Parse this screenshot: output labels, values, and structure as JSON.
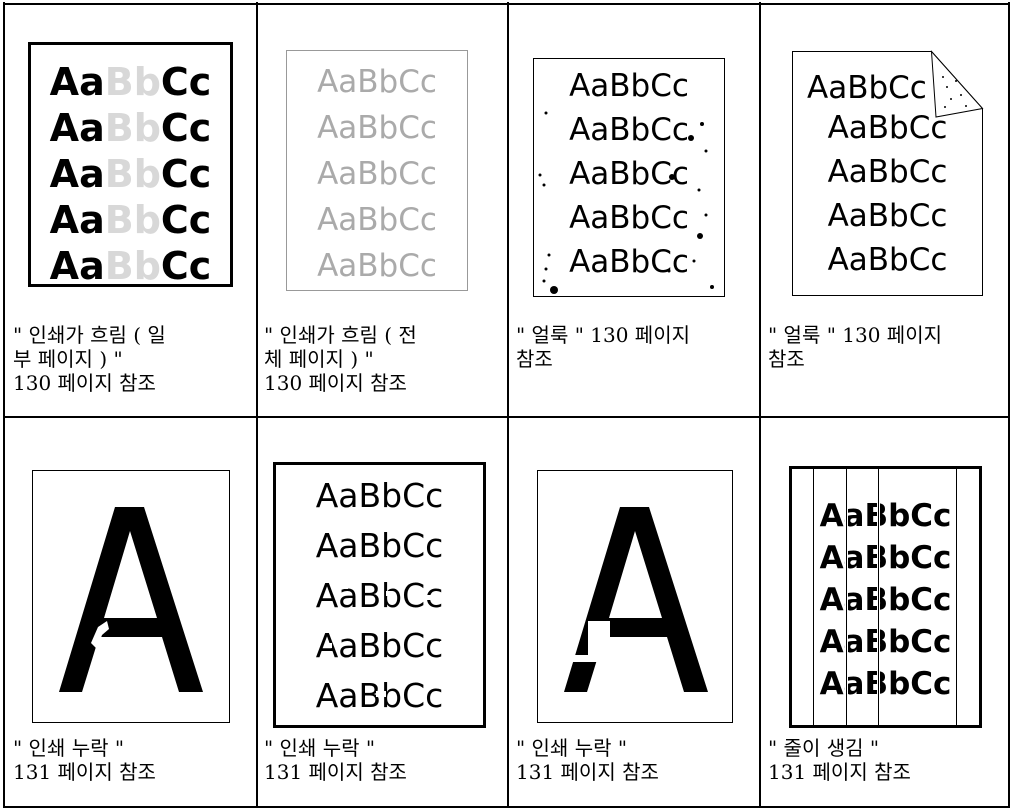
{
  "sample_text": "AaBbCc",
  "sample_parts": {
    "a": "Aa",
    "b": "Bb",
    "c": "Cc"
  },
  "big_letter": "A",
  "captions": [
    "\" 인쇄가 흐림 ( 일\n부 페이지 ) \"\n130 페이지 참조",
    "\" 인쇄가 흐림 ( 전\n체 페이지 ) \"\n130 페이지 참조",
    "\" 얼룩 \" 130 페이지\n참조",
    "\" 얼룩 \" 130 페이지\n참조",
    "\" 인쇄 누락 \"\n131 페이지 참조",
    "\" 인쇄 누락 \"\n131 페이지 참조",
    "\" 인쇄 누락 \"\n131 페이지 참조",
    "\" 줄이 생김 \"\n131 페이지 참조"
  ]
}
